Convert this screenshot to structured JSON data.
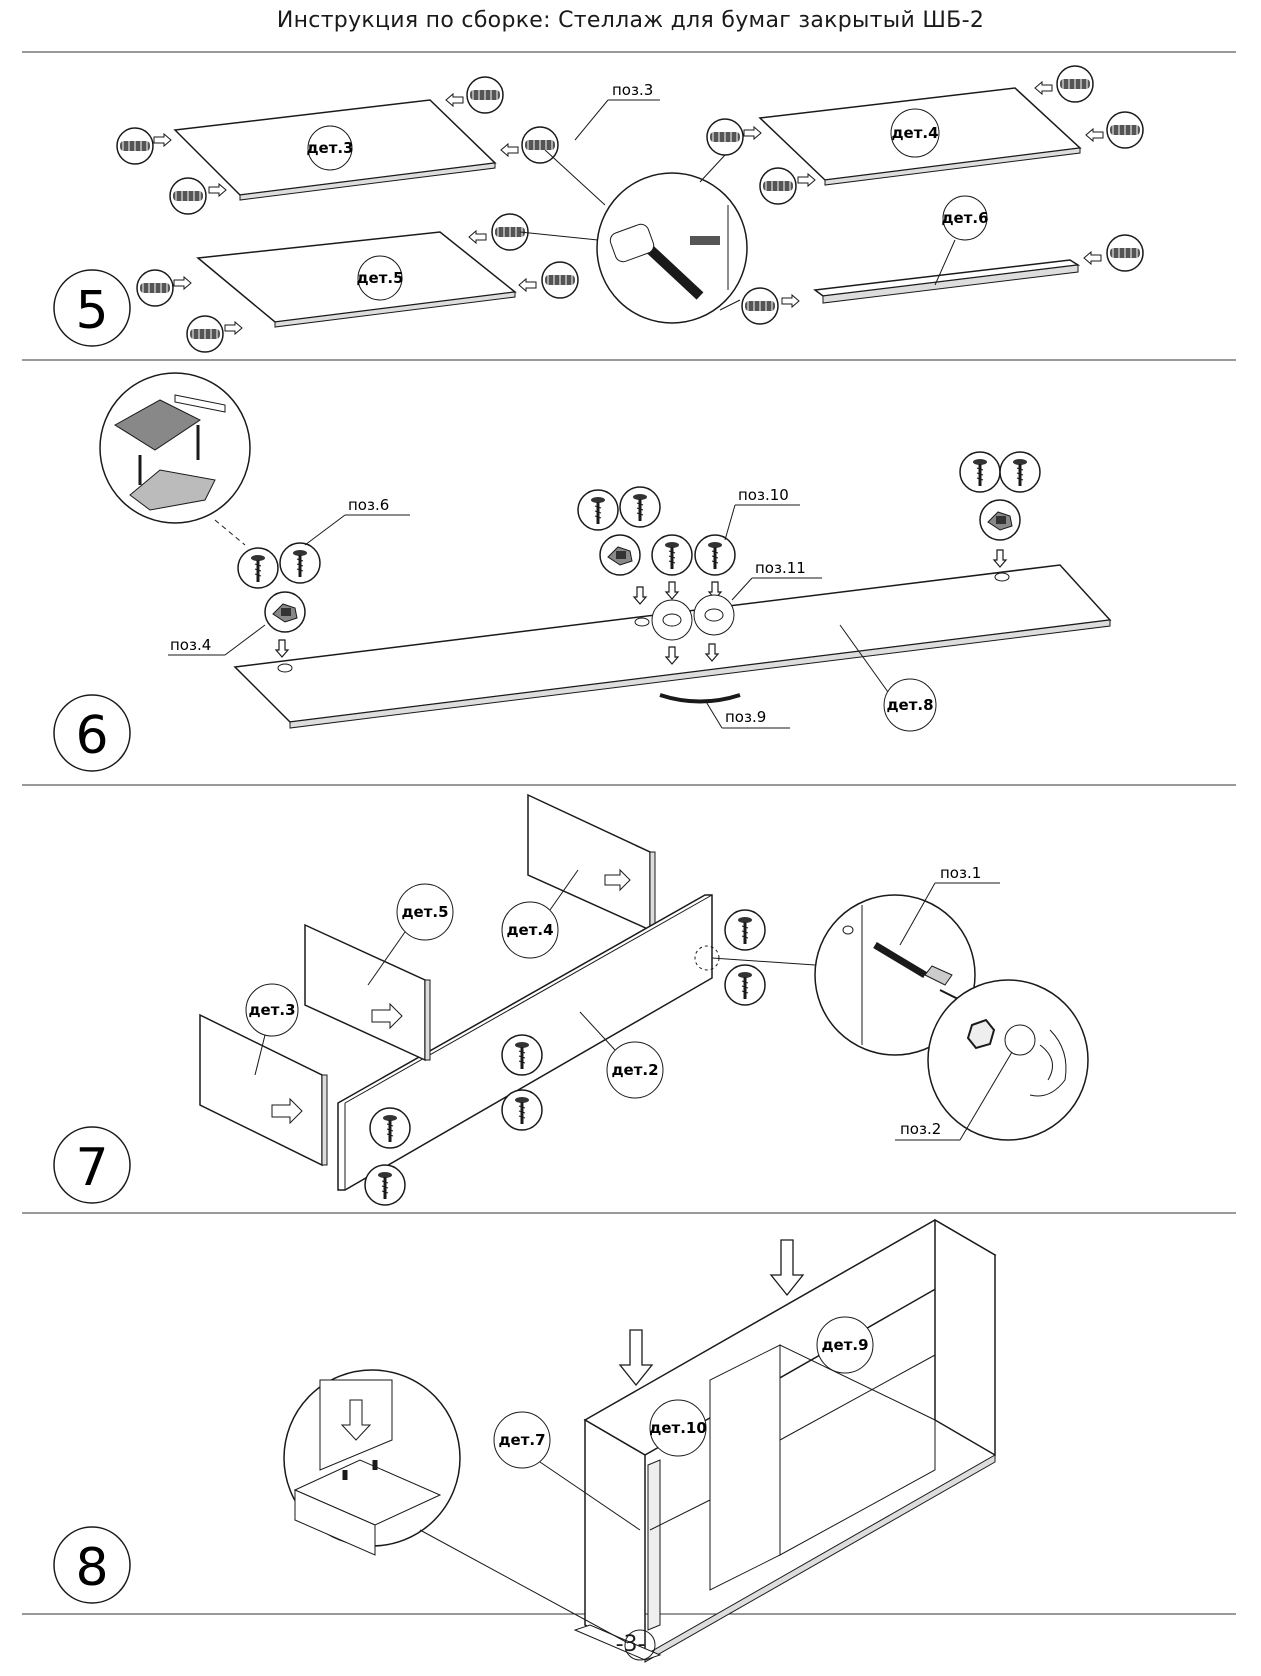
{
  "header": {
    "title": "Инструкция по сборке: Стеллаж для бумаг закрытый ШБ-2"
  },
  "footer": {
    "page_number": "-3-"
  },
  "steps": [
    {
      "number": "5",
      "parts": [
        "дет.3",
        "дет.4",
        "дет.5",
        "дет.6"
      ],
      "positions": [
        "поз.3"
      ]
    },
    {
      "number": "6",
      "parts": [
        "дет.8"
      ],
      "positions": [
        "поз.6",
        "поз.4",
        "поз.10",
        "поз.11",
        "поз.9"
      ]
    },
    {
      "number": "7",
      "parts": [
        "дет.5",
        "дет.4",
        "дет.3",
        "дет.2"
      ],
      "positions": [
        "поз.1",
        "поз.2"
      ]
    },
    {
      "number": "8",
      "parts": [
        "дет.9",
        "дет.10",
        "дет.7"
      ],
      "positions": []
    }
  ]
}
